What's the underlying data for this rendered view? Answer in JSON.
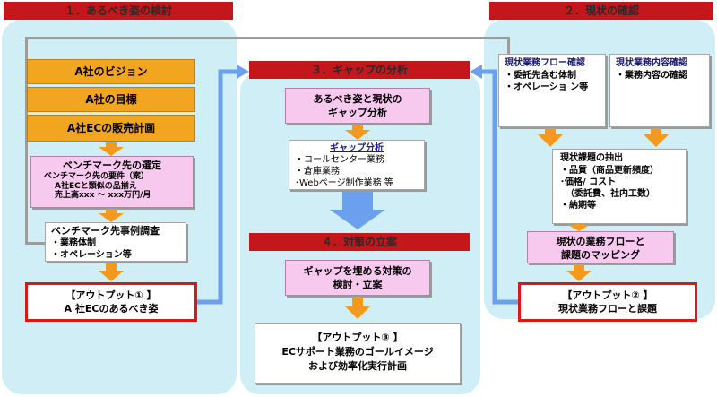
{
  "headers": {
    "s1": "１．あるべき姿の検討",
    "s2": "２．現状の確認",
    "s3": "３．ギャップの分析",
    "s4": "４．対策の立案"
  },
  "left": {
    "vision": "A社のビジョン",
    "goal": "A社の目標",
    "ec_plan": "A社ECの販売計画",
    "bench_title": "ベンチマーク先の選定",
    "bench_sub": "ベンチマーク先の要件（案）",
    "bench_line1": "A社ECと類似の品揃え",
    "bench_line2": "売上高xxx ～ xxx万円/月",
    "case_title": "ベンチマーク先事例調査",
    "case_items": [
      "・業務体制",
      "・オペレーション等"
    ],
    "output_label": "【アウトプット① 】",
    "output_text": "A 社ECのあるべき姿"
  },
  "middle": {
    "analysis_title": "あるべき姿と現状の",
    "analysis_title2": "ギャップ分析",
    "gap_title": "ギャップ分析",
    "gap_items": [
      "・コールセンター業務",
      "・倉庫業務",
      "･Webページ制作業務 等"
    ],
    "measure_title": "ギャップを埋める対策の",
    "measure_title2": "検討・立案",
    "output_label": "【アウトプット③ 】",
    "output_line1": "ECサポート業務のゴールイメージ",
    "output_line2": "および効率化実行計画"
  },
  "right": {
    "flow_title": "現状業務フロー確認",
    "flow_items": [
      "・委託先含む体制",
      "・オペレーショ ン等"
    ],
    "content_title": "現状業務内容確認",
    "content_items": [
      "・業務内容の確認"
    ],
    "issue_title": "現状課題の抽出",
    "issue_items": [
      "・品質（商品更新頻度）",
      "･価格/ コスト",
      "（委託費、社内工数）",
      "・納期等"
    ],
    "mapping_line1": "現状の業務フローと",
    "mapping_line2": "課題のマッピング",
    "output_label": "【アウトプット② 】",
    "output_text": "現状業務フローと課題"
  },
  "colors": {
    "panel": "#cfeef6",
    "header": "#c3171c",
    "gold": "#f2a51e",
    "pink": "#f7c9ef",
    "arrow_orange": "#f39a1e",
    "arrow_blue": "#6aa0ee",
    "output_border": "#e01515"
  }
}
